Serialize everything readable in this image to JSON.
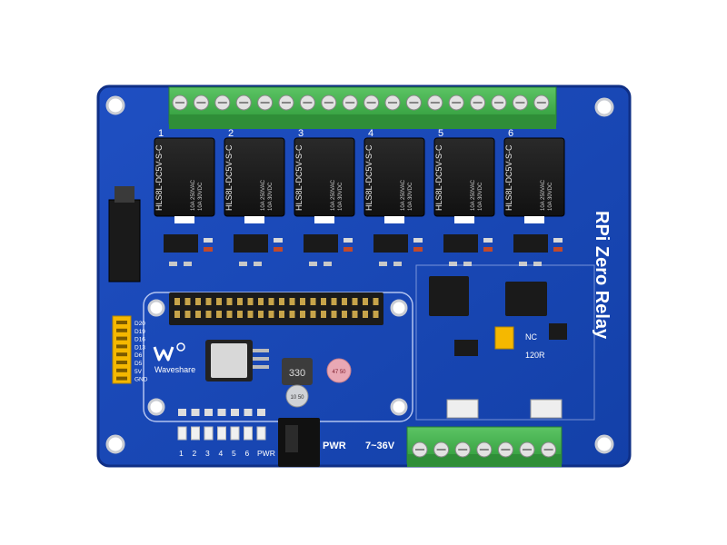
{
  "board": {
    "title": "RPi Zero Relay",
    "brand": "Waveshare",
    "relay_model": "HLS8L-DC5V-S-C",
    "relay_rating_1": "10A 250VAC",
    "relay_rating_2": "10A 30VDC",
    "relay_numbers": [
      "1",
      "2",
      "3",
      "4",
      "5",
      "6"
    ],
    "led_labels": [
      "1",
      "2",
      "3",
      "4",
      "5",
      "6",
      "PWR"
    ],
    "power_label": "PWR",
    "voltage_label": "7~36V",
    "inductor_code": "330",
    "cap_code_1": "47 50",
    "cap_code_2": "10 50",
    "jumper_nc": "NC",
    "jumper_120r": "120R",
    "header_pins": [
      "D20",
      "D19",
      "D16",
      "D13",
      "D6",
      "D5",
      "5V",
      "GND"
    ]
  },
  "colors": {
    "pcb": "#1845b5",
    "pcb_edge": "#0f2f86",
    "terminal": "#3fae4a",
    "relay": "#1a1a1a",
    "header": "#2a2a2a",
    "jumper": "#f5b800"
  }
}
